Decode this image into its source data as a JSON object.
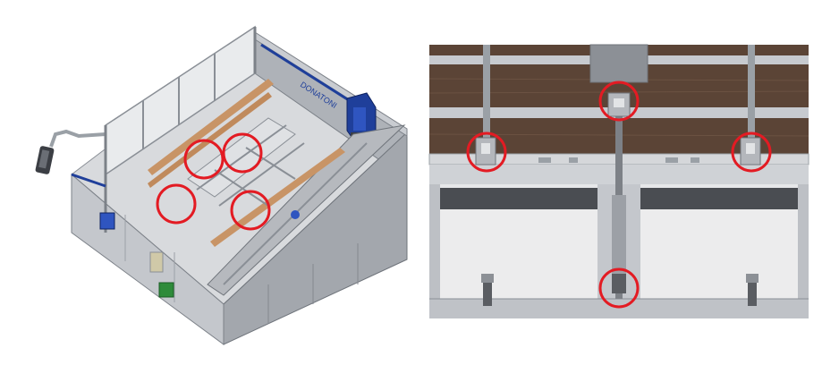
{
  "figure": {
    "left_panel": {
      "brand_text": "DONATONI",
      "highlight_count": 4
    },
    "right_panel": {
      "highlight_count": 4
    },
    "colors": {
      "highlight": "#e31b23",
      "machine_gray": "#b9bcc1",
      "brand_blue": "#1f3f9a",
      "wood": "#5b4436",
      "green_part": "#2e8b3a"
    }
  }
}
